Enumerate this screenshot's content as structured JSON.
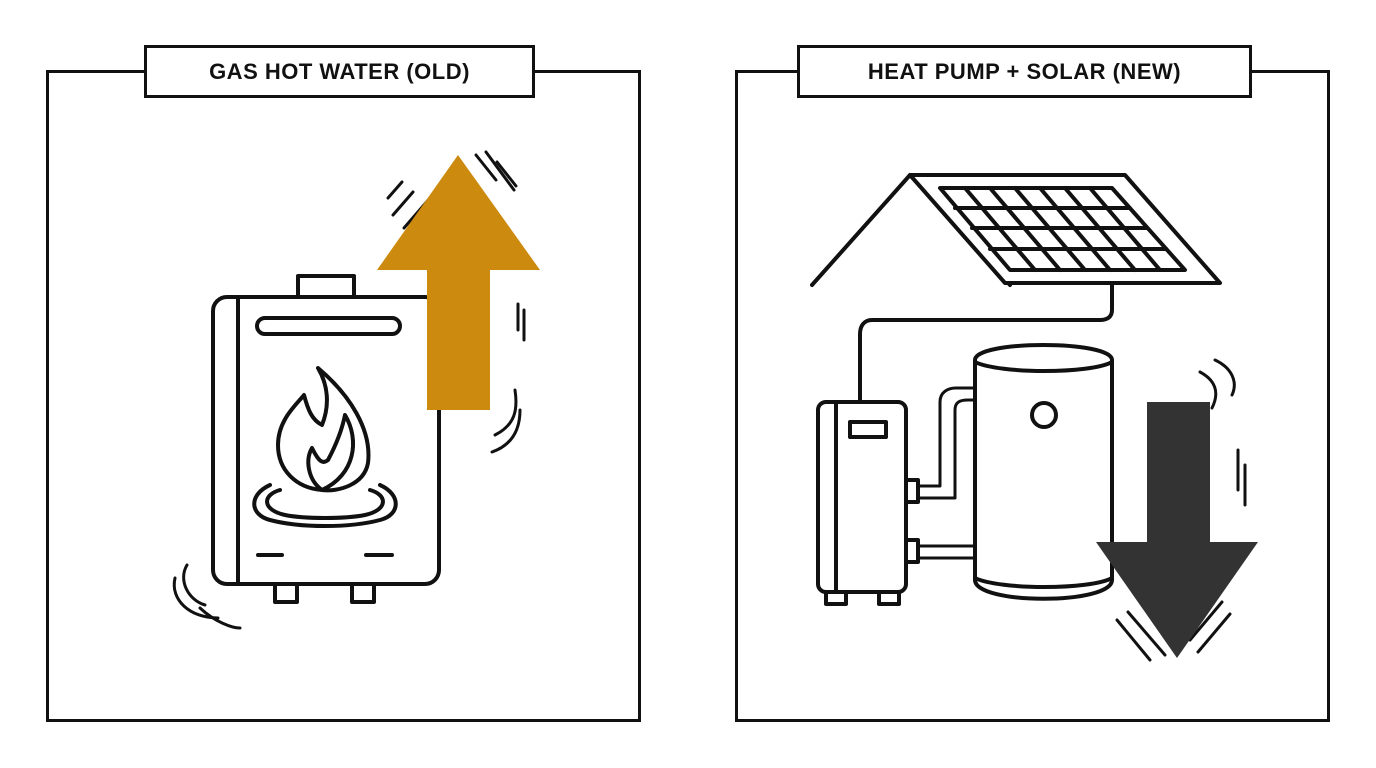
{
  "panels": {
    "left": {
      "title": "GAS HOT WATER (OLD)",
      "arrow": "up",
      "arrow_color": "#CC8A0E",
      "icon": "gas-water-heater-icon"
    },
    "right": {
      "title": "HEAT PUMP + SOLAR (NEW)",
      "arrow": "down",
      "arrow_color": "#333333",
      "icon": "heat-pump-solar-icon"
    }
  },
  "colors": {
    "stroke": "#111111",
    "background": "#ffffff"
  }
}
